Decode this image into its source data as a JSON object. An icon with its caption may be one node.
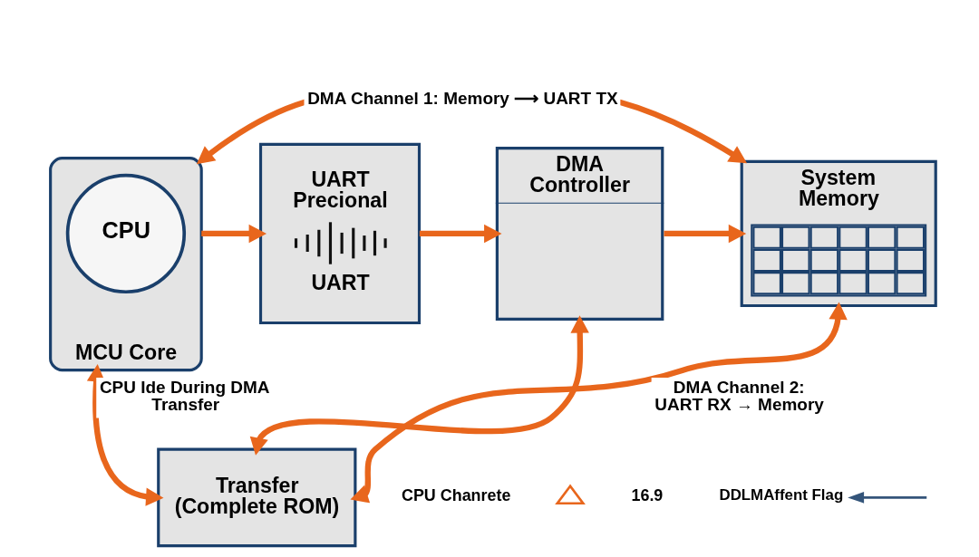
{
  "diagram": {
    "nodes": [
      {
        "text": [
          "MCU Core"
        ]
      },
      {
        "text": [
          "CPU"
        ],
        "in": 0
      },
      {
        "text": [
          "UART Precional",
          "UART"
        ]
      },
      {
        "text": [
          "DMA Controller"
        ]
      },
      {
        "text": [
          "System Memory"
        ]
      },
      {
        "text": [
          "Transfer (Complete ROM)"
        ]
      },
      {
        "text": [],
        "shape": "triangle"
      },
      {
        "text": [
          "DDLMAffent Flag"
        ]
      }
    ],
    "edges": [
      {
        "from": 0,
        "to": 4,
        "arrow": "both",
        "label": "DMA Channel 1: Memory ⟶ UART TX"
      },
      {
        "from": 0,
        "to": 2,
        "arrow": "to"
      },
      {
        "from": 2,
        "to": 3,
        "arrow": "to"
      },
      {
        "from": 3,
        "to": 4,
        "arrow": "to"
      },
      {
        "from": 0,
        "to": 5,
        "arrow": "both",
        "label": "CPU Ide During DMA Transfer"
      },
      {
        "from": 5,
        "to": 3,
        "arrow": "both"
      },
      {
        "from": 4,
        "to": 5,
        "arrow": "both",
        "label": "DMA Channel 2: UART RX → Memory"
      },
      {
        "from": null,
        "to": 7,
        "arrow": "to",
        "color": "#34557a"
      }
    ],
    "labels": [
      "CPU Chanrete",
      "16.9"
    ]
  }
}
